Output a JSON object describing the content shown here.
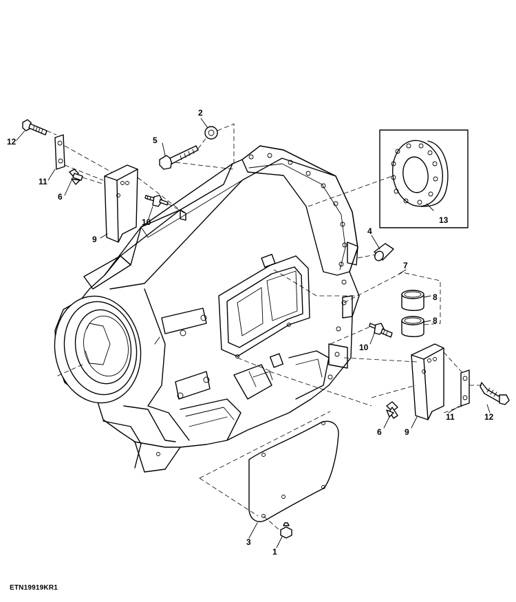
{
  "callouts": {
    "c1": "1",
    "c2": "2",
    "c3": "3",
    "c4": "4",
    "c5": "5",
    "c6_left": "6",
    "c6_right": "6",
    "c7": "7",
    "c8_upper": "8",
    "c8_lower": "8",
    "c9_left": "9",
    "c9_right": "9",
    "c10_left": "10",
    "c10_right": "10",
    "c11_left": "11",
    "c11_right": "11",
    "c12_left": "12",
    "c12_right": "12",
    "c13": "13"
  },
  "reference_code": "ETN19919KR1"
}
